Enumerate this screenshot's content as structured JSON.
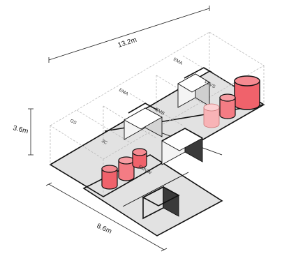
{
  "dimensions": {
    "length": "13.2m",
    "height": "3.6m",
    "width": "8.6m"
  },
  "zone_labels": {
    "z1": "GS",
    "z2": "EMA",
    "z3": "EMA",
    "z4": "3C",
    "z5": "EMB",
    "z6": "VVVS",
    "z7": "EMVW"
  },
  "colors": {
    "floor": "#d7d7d7",
    "tank": "#f0626b",
    "tank_light": "#f8b3b6",
    "cabinet_dark": "#3a3a3a"
  }
}
